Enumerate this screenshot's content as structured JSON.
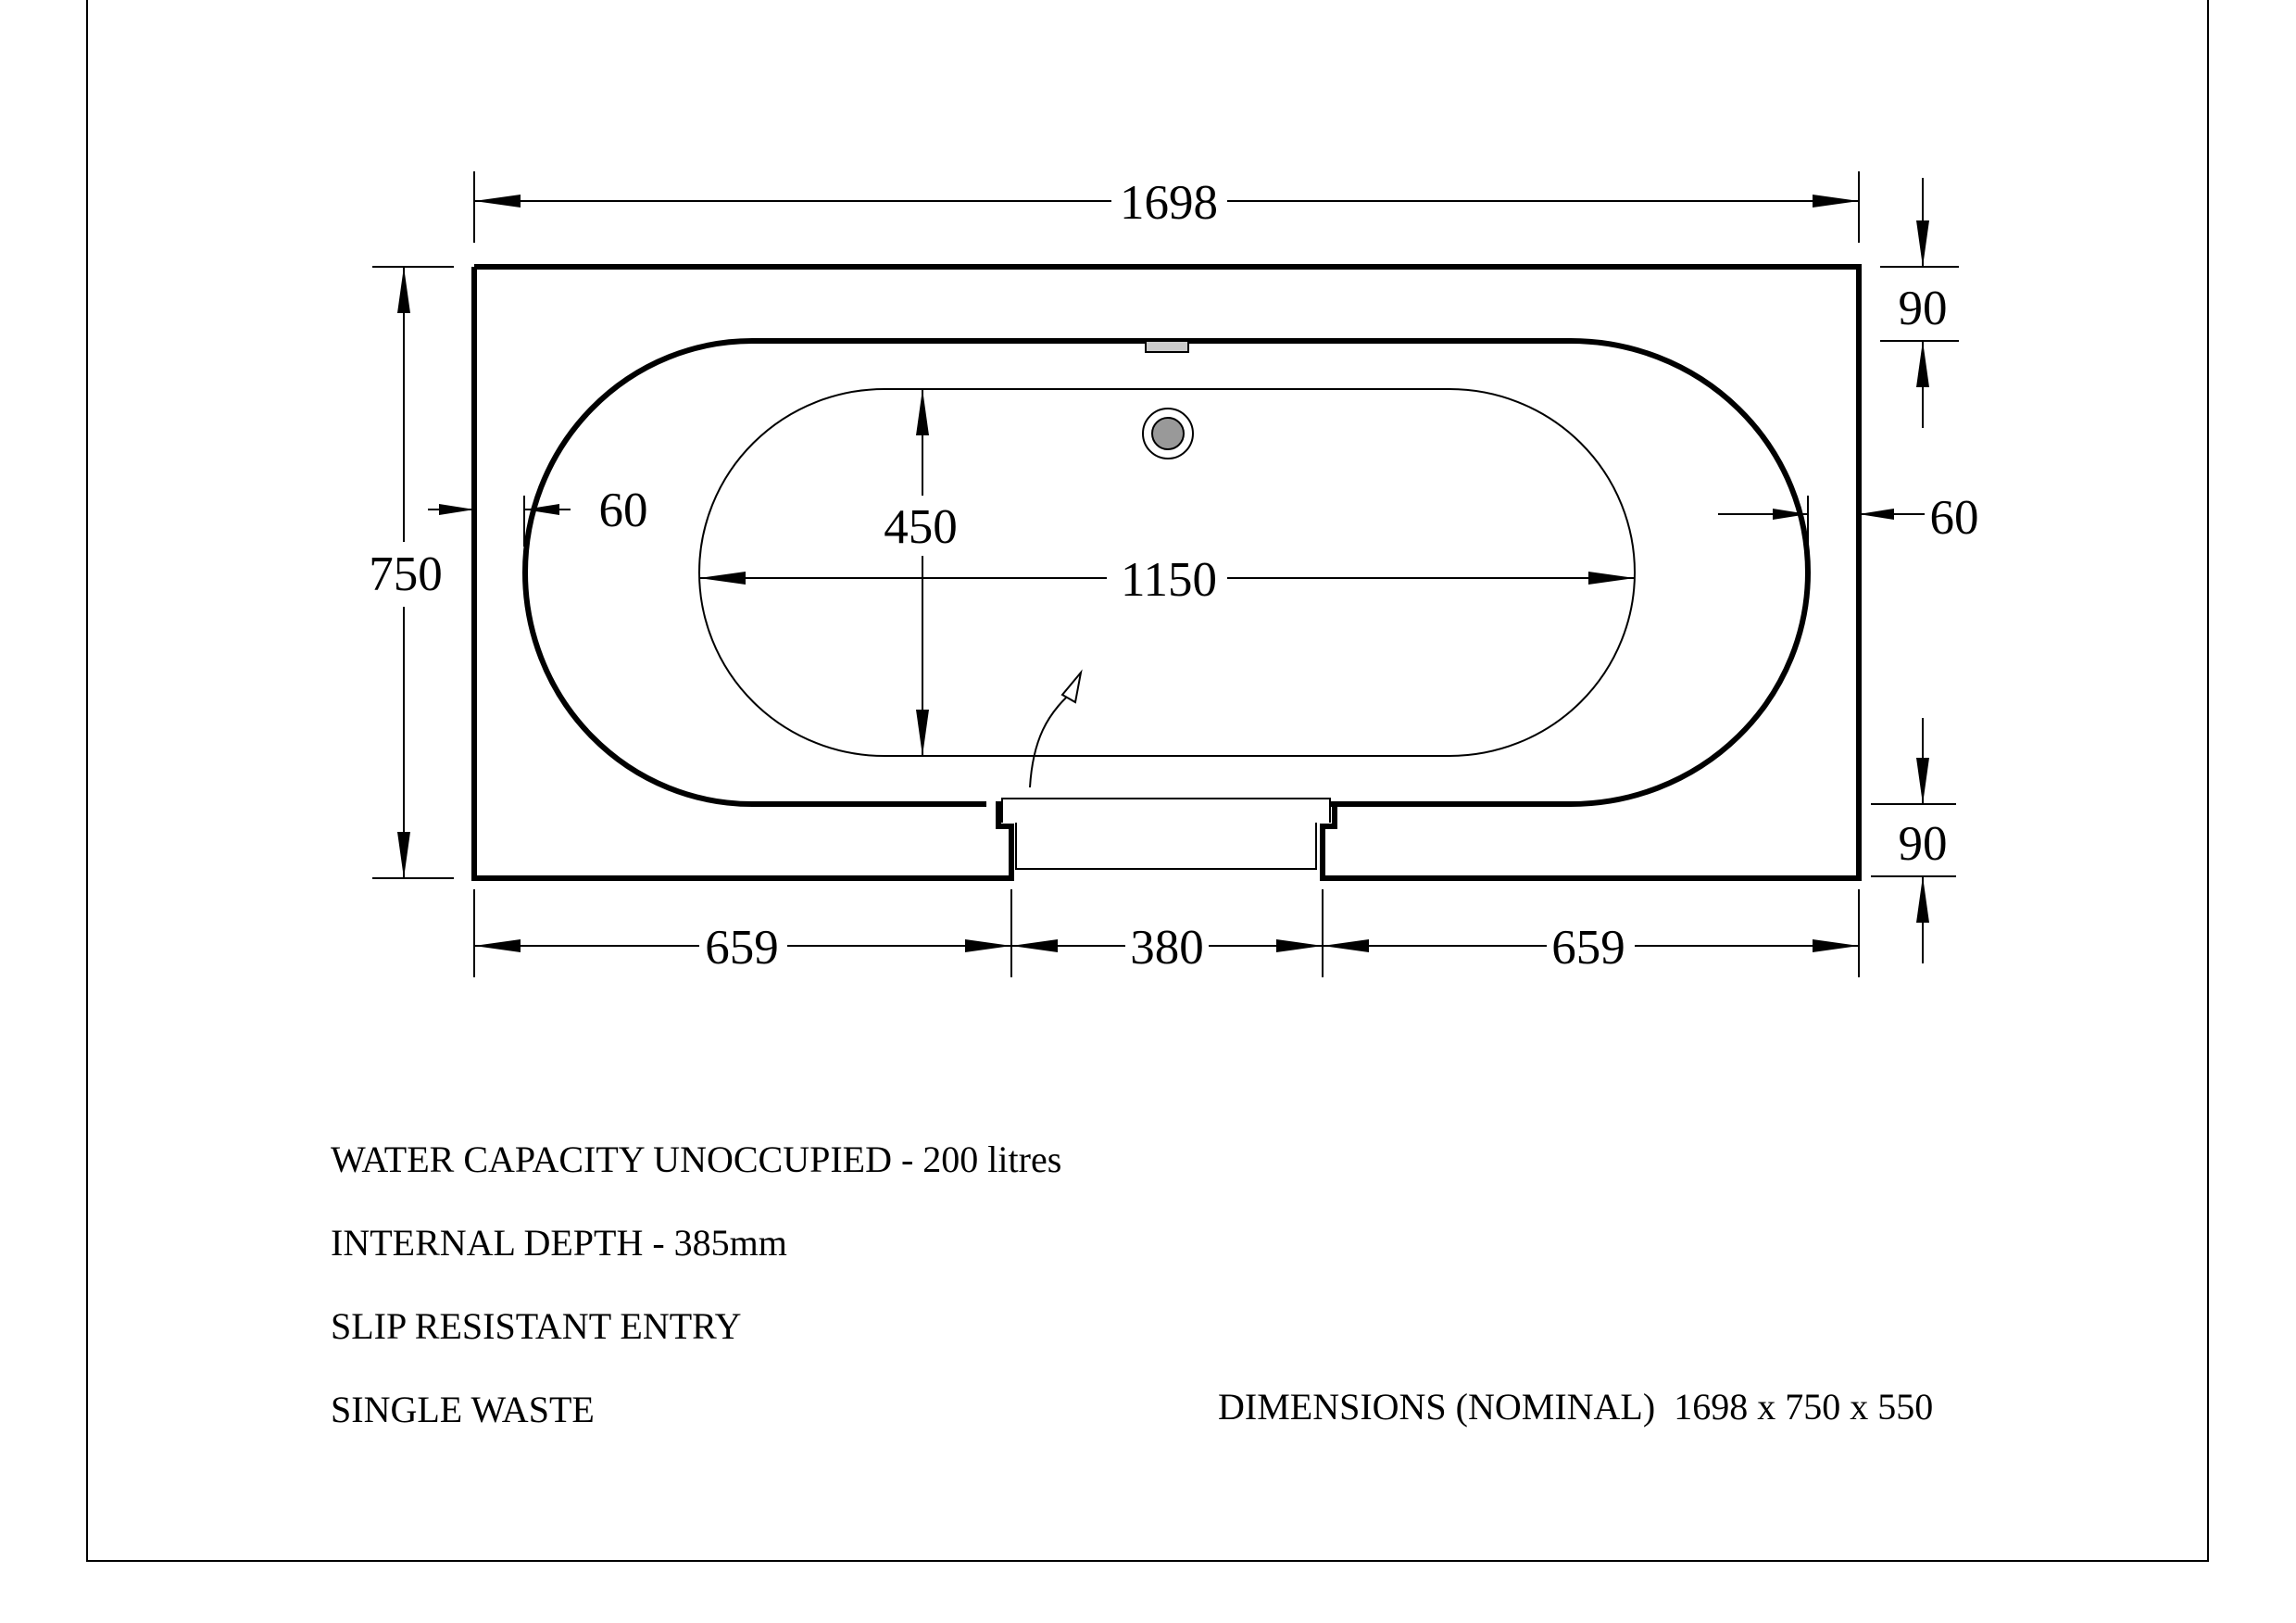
{
  "drawing": {
    "dimensions": {
      "overall_length": "1698",
      "overall_width": "750",
      "inner_length": "1150",
      "inner_width": "450",
      "left_rim": "60",
      "right_rim": "60",
      "top_rim": "90",
      "bottom_rim": "90",
      "left_segment": "659",
      "step_width": "380",
      "right_segment": "659"
    }
  },
  "notes": {
    "water_capacity": "WATER CAPACITY UNOCCUPIED - 200 litres",
    "internal_depth": "INTERNAL DEPTH - 385mm",
    "entry": "SLIP RESISTANT ENTRY",
    "waste": "SINGLE WASTE",
    "nominal_dimensions": "DIMENSIONS (NOMINAL)  1698 x 750 x 550"
  }
}
